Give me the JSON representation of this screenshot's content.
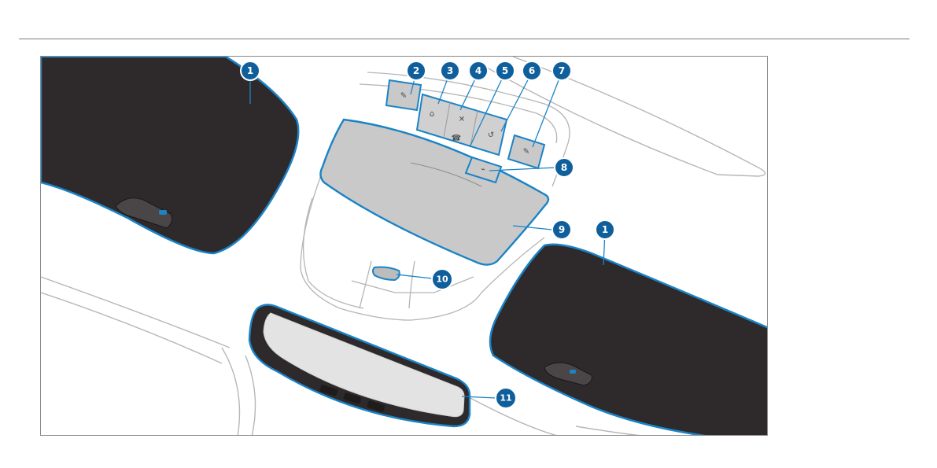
{
  "colors": {
    "accent": "#1b83c6",
    "callout_fill": "#0f5f9c",
    "visor_fill": "#2e2a2b",
    "panel_gray": "#c9c9c9",
    "line_gray": "#b3b3b3"
  },
  "callouts": {
    "c1a": "1",
    "c1b": "1",
    "c2": "2",
    "c3": "3",
    "c4": "4",
    "c5": "5",
    "c6": "6",
    "c7": "7",
    "c8": "8",
    "c9": "9",
    "c10": "10",
    "c11": "11"
  },
  "icons": {
    "b2": "reading-lamp-left-icon",
    "b3": "interior-light-icon",
    "b4": "sunroof-icon",
    "b5": "sos-call-icon",
    "b6": "roadside-assistance-icon",
    "b7": "reading-lamp-right-icon",
    "b8": "mbrace-icon"
  }
}
